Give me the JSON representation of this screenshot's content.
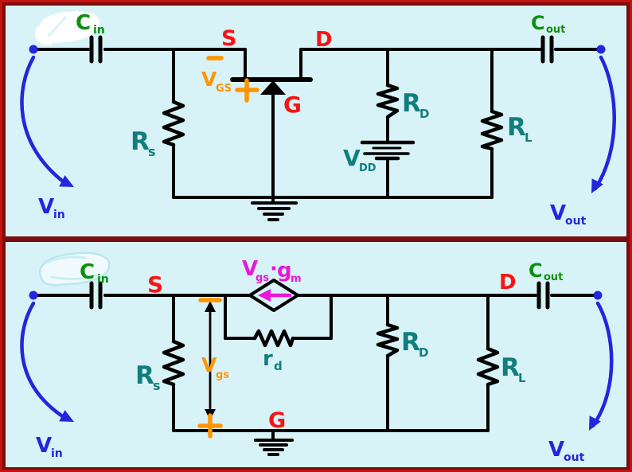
{
  "colors": {
    "background": "#d8f3f8",
    "frame": "#7a0d0d",
    "frame_edge": "#c51212",
    "wire": "#000000",
    "label_green": "#0c8f0e",
    "label_red": "#f81414",
    "label_orange": "#ff9500",
    "label_teal": "#117d7d",
    "label_blue": "#2326dd",
    "label_magenta": "#ea16d8"
  },
  "top": {
    "cin": {
      "main": "C",
      "sub": "in"
    },
    "s_label": "S",
    "d_label": "D",
    "minus": "−",
    "vgs": {
      "main": "V",
      "sub": "GS"
    },
    "plus": "+",
    "g_label": "G",
    "rs": {
      "main": "R",
      "sub": "s"
    },
    "rd": {
      "main": "R",
      "sub": "D"
    },
    "vdd": {
      "main": "V",
      "sub": "DD"
    },
    "rl": {
      "main": "R",
      "sub": "L"
    },
    "cout": {
      "main": "C",
      "sub": "out"
    },
    "vin": {
      "main": "V",
      "sub": "in"
    },
    "vout": {
      "main": "V",
      "sub": "out"
    }
  },
  "bottom": {
    "cin": {
      "main": "C",
      "sub": "in"
    },
    "s_label": "S",
    "d_label": "D",
    "source_label": {
      "v": "V",
      "vsub": "gs",
      "dot": "·",
      "g": "g",
      "gsub": "m"
    },
    "minus": "−",
    "vgs": {
      "main": "V",
      "sub": "gs"
    },
    "plus": "+",
    "rd_small": {
      "main": "r",
      "sub": "d"
    },
    "g_label": "G",
    "rs": {
      "main": "R",
      "sub": "s"
    },
    "rd": {
      "main": "R",
      "sub": "D"
    },
    "rl": {
      "main": "R",
      "sub": "L"
    },
    "cout": {
      "main": "C",
      "sub": "out"
    },
    "vin": {
      "main": "V",
      "sub": "in"
    },
    "vout": {
      "main": "V",
      "sub": "out"
    }
  }
}
